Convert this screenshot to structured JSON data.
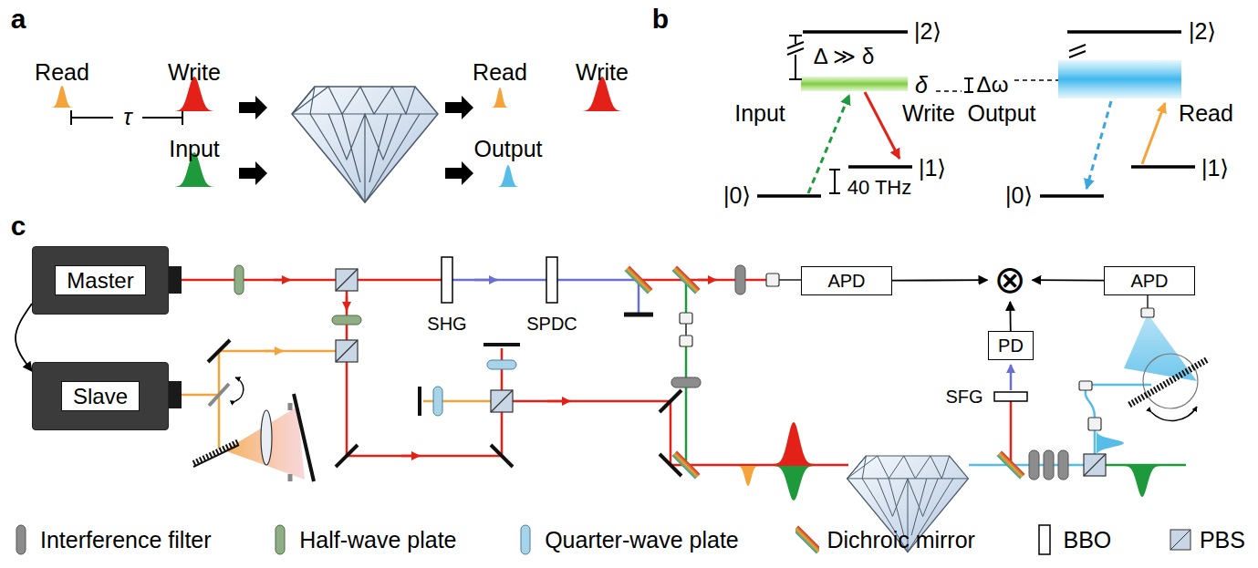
{
  "diagram": {
    "nodes": [
      {
        "text": [
          "Master"
        ]
      },
      {
        "text": [
          "Slave"
        ]
      },
      {
        "text": [
          "APD"
        ]
      },
      {
        "text": [
          "⊗"
        ]
      },
      {
        "text": [
          "APD"
        ]
      },
      {
        "text": [
          "PD"
        ]
      }
    ],
    "edges": [
      {
        "from": 0,
        "to": 1,
        "arrow": "to"
      },
      {
        "from": 2,
        "to": 3,
        "arrow": "to"
      },
      {
        "from": 4,
        "to": 3,
        "arrow": "to"
      },
      {
        "from": 5,
        "to": 3,
        "arrow": "to"
      }
    ],
    "labels": [
      "a",
      "Read",
      "Write",
      "τ",
      "Input",
      "Read",
      "Write",
      "Output",
      "b",
      "|2⟩",
      "Δ ≫ δ",
      "δ",
      "Δω",
      "|2⟩",
      "Input",
      "Write",
      "Output",
      "Read",
      "|0⟩",
      "|1⟩",
      "40 THz",
      "|0⟩",
      "|1⟩",
      "c",
      "SHG",
      "SPDC",
      "SFG"
    ],
    "legend": [
      {
        "text": "Interference filter"
      },
      {
        "text": "Half-wave plate"
      },
      {
        "text": "Quarter-wave plate"
      },
      {
        "text": "Dichroic mirror"
      },
      {
        "text": "BBO"
      },
      {
        "text": "PBS"
      }
    ]
  }
}
